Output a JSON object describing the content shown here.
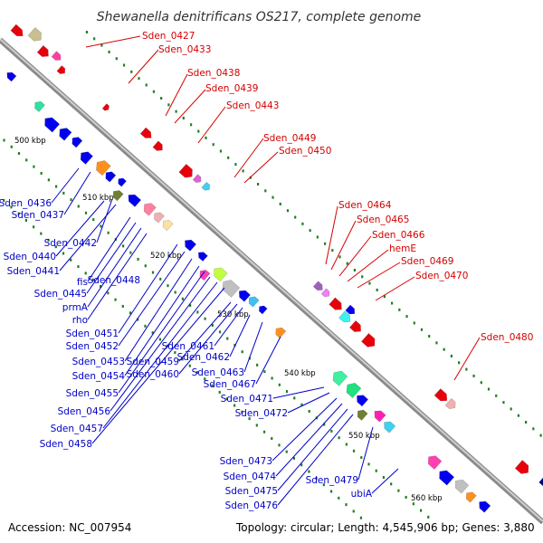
{
  "title": "Shewanella denitrificans OS217, complete genome",
  "footer": {
    "accession": "Accession: NC_007954",
    "summary": "Topology: circular; Length: 4,545,906 bp; Genes: 3,880"
  },
  "colors": {
    "forward_label": "#d40000",
    "reverse_label": "#0000c8",
    "gene_red": "#e8000b",
    "gene_blue": "#0000ee",
    "backbone": "#999999",
    "tick_green": "#208020"
  },
  "kbp_labels": [
    "500 kbp",
    "510 kbp",
    "520 kbp",
    "530 kbp",
    "540 kbp",
    "550 kbp",
    "560 kbp"
  ],
  "forward_genes": [
    "Sden_0427",
    "Sden_0433",
    "Sden_0438",
    "Sden_0439",
    "Sden_0443",
    "Sden_0449",
    "Sden_0450",
    "Sden_0464",
    "Sden_0465",
    "Sden_0466",
    "hemE",
    "Sden_0469",
    "Sden_0470",
    "Sden_0480"
  ],
  "reverse_genes": [
    "Sden_0436",
    "Sden_0437",
    "Sden_0442",
    "Sden_0440",
    "Sden_0441",
    "fis",
    "Sden_0448",
    "Sden_0445",
    "prmA",
    "rho",
    "Sden_0451",
    "Sden_0452",
    "Sden_0461",
    "Sden_0453",
    "Sden_0459",
    "Sden_0462",
    "Sden_0454",
    "Sden_0460",
    "Sden_0463",
    "Sden_0467",
    "Sden_0455",
    "Sden_0471",
    "Sden_0456",
    "Sden_0472",
    "Sden_0457",
    "Sden_0458",
    "Sden_0473",
    "Sden_0474",
    "Sden_0479",
    "Sden_0475",
    "ubiA",
    "Sden_0476"
  ]
}
